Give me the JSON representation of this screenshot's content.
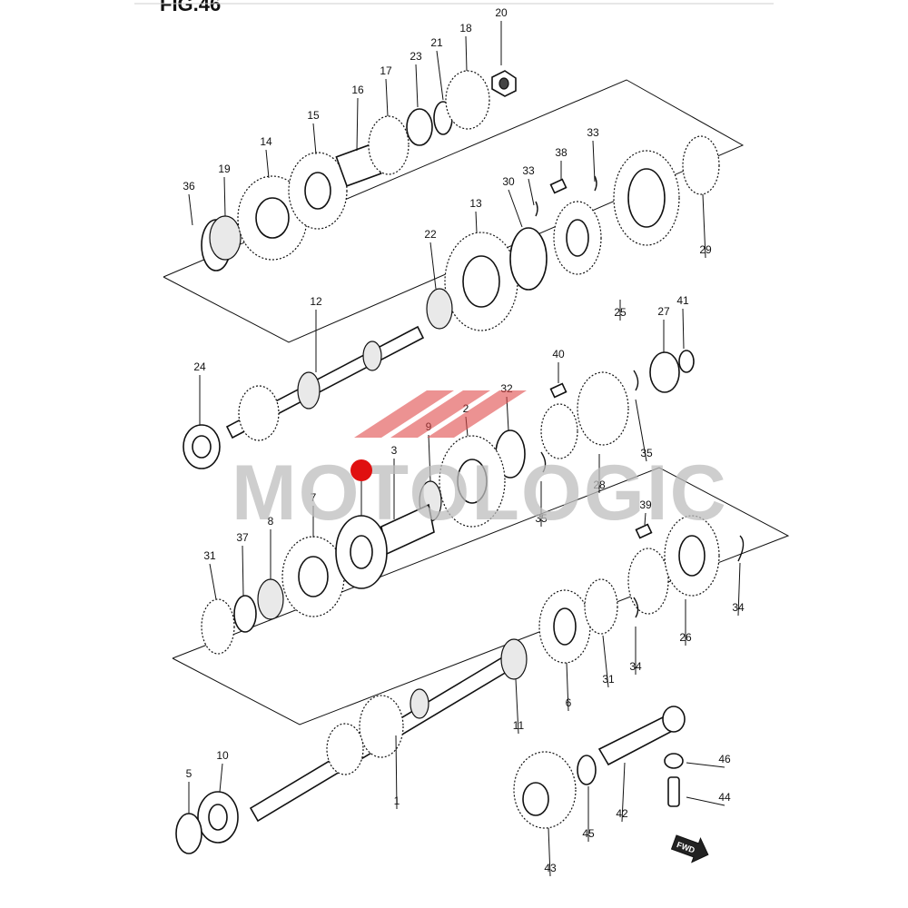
{
  "figure": {
    "title": "FIG.46",
    "watermark": "MOTOLOGIC",
    "marker_color": "#e01010",
    "watermark_accent_color": "#e04a4a"
  },
  "parts": [
    {
      "id": "p20",
      "label": "20"
    },
    {
      "id": "p18",
      "label": "18"
    },
    {
      "id": "p21",
      "label": "21"
    },
    {
      "id": "p23",
      "label": "23"
    },
    {
      "id": "p17",
      "label": "17"
    },
    {
      "id": "p16",
      "label": "16"
    },
    {
      "id": "p15",
      "label": "15"
    },
    {
      "id": "p14",
      "label": "14"
    },
    {
      "id": "p19",
      "label": "19"
    },
    {
      "id": "p36",
      "label": "36"
    },
    {
      "id": "p33a",
      "label": "33"
    },
    {
      "id": "p38",
      "label": "38"
    },
    {
      "id": "p33b",
      "label": "33"
    },
    {
      "id": "p30",
      "label": "30"
    },
    {
      "id": "p13",
      "label": "13"
    },
    {
      "id": "p29",
      "label": "29"
    },
    {
      "id": "p22",
      "label": "22"
    },
    {
      "id": "p25",
      "label": "25"
    },
    {
      "id": "p12",
      "label": "12"
    },
    {
      "id": "p27",
      "label": "27"
    },
    {
      "id": "p41",
      "label": "41"
    },
    {
      "id": "p24",
      "label": "24"
    },
    {
      "id": "p40",
      "label": "40"
    },
    {
      "id": "p32",
      "label": "32"
    },
    {
      "id": "p2",
      "label": "2"
    },
    {
      "id": "p3",
      "label": "3"
    },
    {
      "id": "p9",
      "label": "9"
    },
    {
      "id": "p35a",
      "label": "35"
    },
    {
      "id": "p28",
      "label": "28"
    },
    {
      "id": "p35b",
      "label": "35"
    },
    {
      "id": "p7",
      "label": "7"
    },
    {
      "id": "p39",
      "label": "39"
    },
    {
      "id": "p31a",
      "label": "31"
    },
    {
      "id": "p37",
      "label": "37"
    },
    {
      "id": "p8",
      "label": "8"
    },
    {
      "id": "p34a",
      "label": "34"
    },
    {
      "id": "p26",
      "label": "26"
    },
    {
      "id": "p34b",
      "label": "34"
    },
    {
      "id": "p31b",
      "label": "31"
    },
    {
      "id": "p6",
      "label": "6"
    },
    {
      "id": "p11",
      "label": "11"
    },
    {
      "id": "p10",
      "label": "10"
    },
    {
      "id": "p5",
      "label": "5"
    },
    {
      "id": "p1",
      "label": "1"
    },
    {
      "id": "p46",
      "label": "46"
    },
    {
      "id": "p44",
      "label": "44"
    },
    {
      "id": "p42",
      "label": "42"
    },
    {
      "id": "p45",
      "label": "45"
    },
    {
      "id": "p43",
      "label": "43"
    }
  ],
  "fwd_icon": "fwd-arrow-icon"
}
